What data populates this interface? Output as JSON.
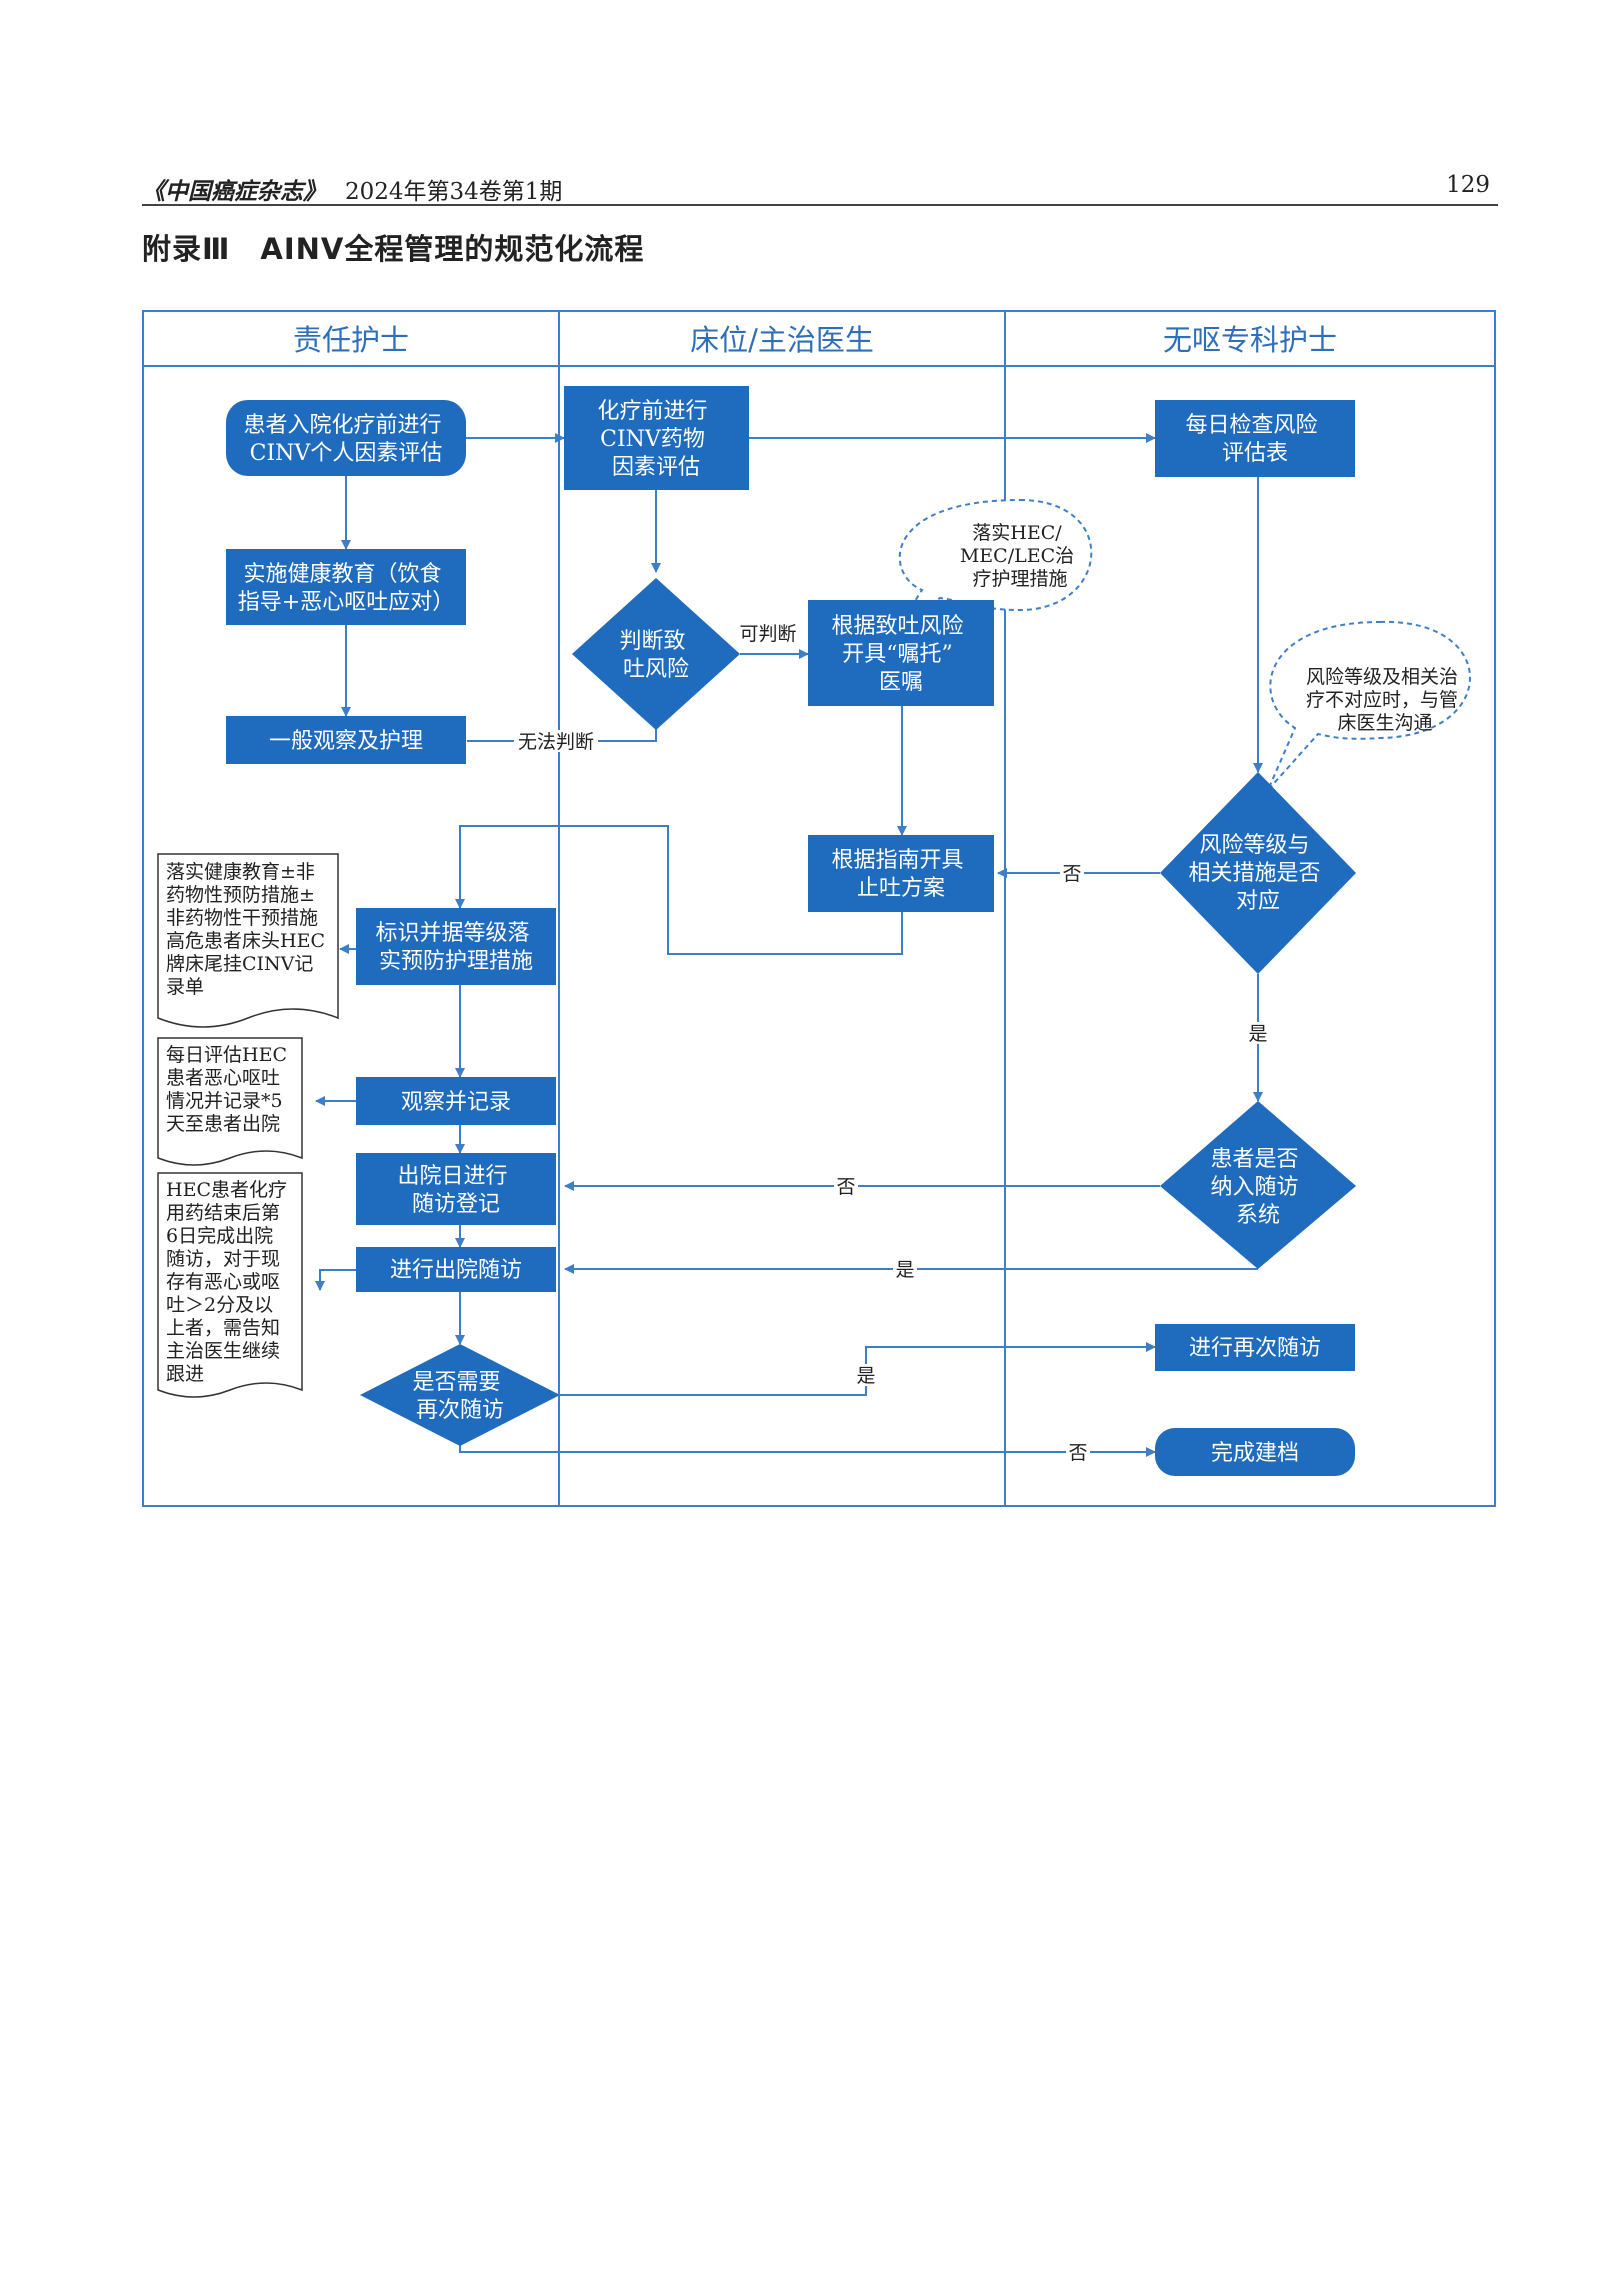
{
  "header": {
    "journal": "《中国癌症杂志》",
    "issue": "2024年第34卷第1期",
    "page": "129"
  },
  "title": "附录Ⅲ　AINV全程管理的规范化流程",
  "colors": {
    "box": "#1f6bbd",
    "line": "#2f6fba",
    "arrow": "#3d7fc7",
    "frame": "#3d7fc7"
  },
  "lanes": [
    "责任护士",
    "床位/主治医生",
    "无呕专科护士"
  ],
  "nodes": {
    "n1": [
      "患者入院化疗前进行",
      "CINV个人因素评估"
    ],
    "n2": [
      "实施健康教育（饮食",
      "指导+恶心呕吐应对）"
    ],
    "n3": [
      "一般观察及护理"
    ],
    "n4": [
      "化疗前进行",
      "CINV药物",
      "因素评估"
    ],
    "n5": [
      "判断致",
      "吐风险"
    ],
    "n6": [
      "根据致吐风险",
      "开具“嘱托”",
      "医嘱"
    ],
    "n7": [
      "根据指南开具",
      "止吐方案"
    ],
    "n8": [
      "每日检查风险",
      "评估表"
    ],
    "n9": [
      "风险等级与",
      "相关措施是否",
      "对应"
    ],
    "n10": [
      "标识并据等级落",
      "实预防护理措施"
    ],
    "n11": [
      "观察并记录"
    ],
    "n12": [
      "出院日进行",
      "随访登记"
    ],
    "n13": [
      "进行出院随访"
    ],
    "n14": [
      "是否需要",
      "再次随访"
    ],
    "n15": [
      "患者是否",
      "纳入随访",
      "系统"
    ],
    "n16": [
      "进行再次随访"
    ],
    "n17": [
      "完成建档"
    ]
  },
  "clouds": {
    "c1": [
      "落实HEC/",
      "MEC/LEC治",
      "疗护理措施"
    ],
    "c2": [
      "风险等级及相关治",
      "疗不对应时，与管",
      "床医生沟通"
    ]
  },
  "docs": {
    "d1": [
      "落实健康教育±非",
      "药物性预防措施±",
      "非药物性干预措施",
      "高危患者床头HEC",
      "牌床尾挂CINV记",
      "录单"
    ],
    "d2": [
      "每日评估HEC",
      "患者恶心呕吐",
      "情况并记录*5",
      "天至患者出院"
    ],
    "d3": [
      "HEC患者化疗",
      "用药结束后第",
      "6日完成出院",
      "随访，对于现",
      "存有恶心或呕",
      "吐＞2分及以",
      "上者，需告知",
      "主治医生继续",
      "跟进"
    ]
  },
  "edge_labels": {
    "can_judge": "可判断",
    "cannot_judge": "无法判断",
    "no1": "否",
    "yes1": "是",
    "no2": "否",
    "yes2": "是",
    "yes3": "是",
    "no3": "否"
  }
}
